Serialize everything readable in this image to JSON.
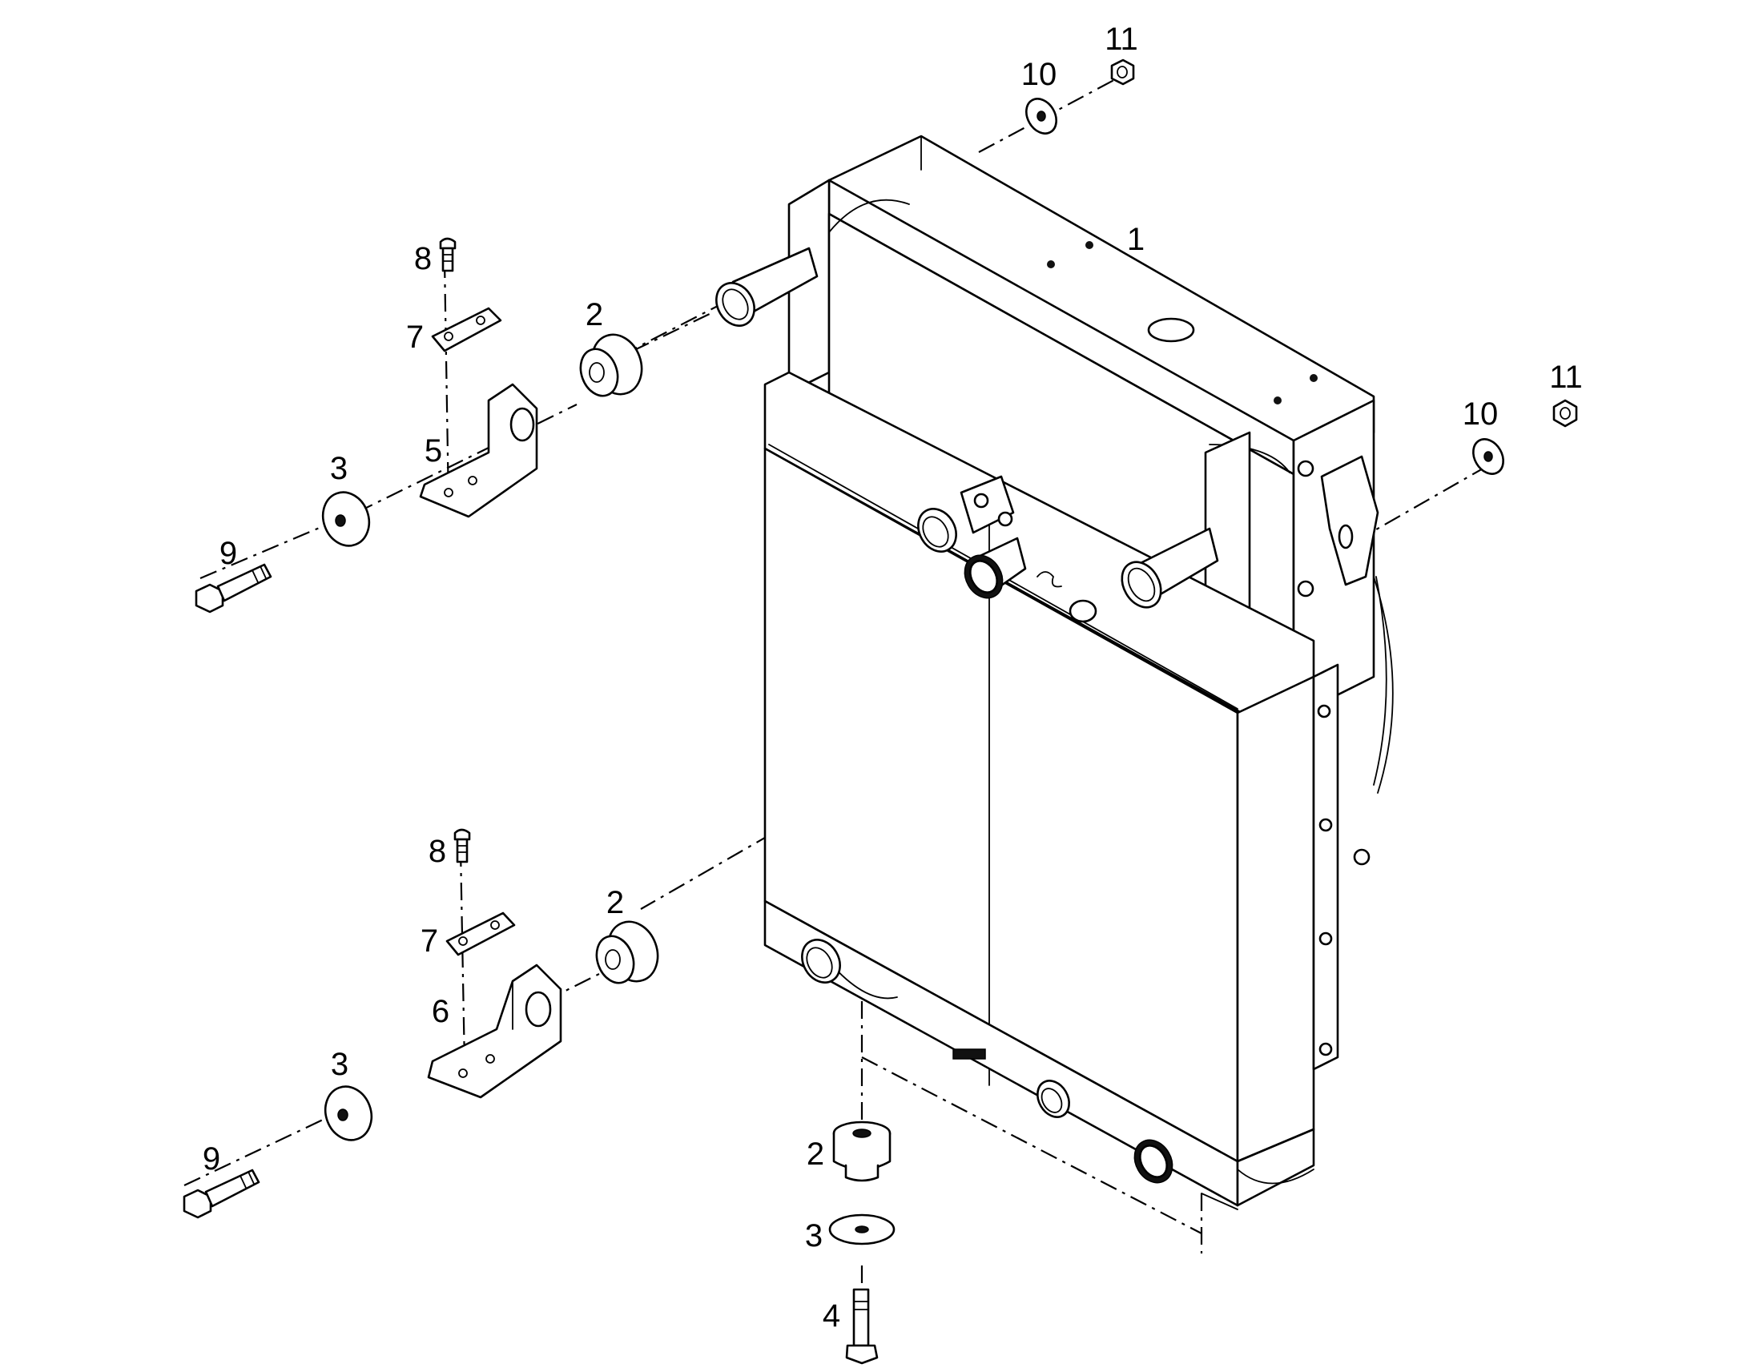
{
  "callouts": [
    {
      "id": "main",
      "text": "1"
    },
    {
      "id": "a",
      "text": "2"
    },
    {
      "id": "b",
      "text": "2"
    },
    {
      "id": "c",
      "text": "2"
    },
    {
      "id": "d",
      "text": "3"
    },
    {
      "id": "e",
      "text": "3"
    },
    {
      "id": "f",
      "text": "3"
    },
    {
      "id": "g",
      "text": "4"
    },
    {
      "id": "h",
      "text": "5"
    },
    {
      "id": "i",
      "text": "6"
    },
    {
      "id": "j",
      "text": "7"
    },
    {
      "id": "k",
      "text": "7"
    },
    {
      "id": "l",
      "text": "8"
    },
    {
      "id": "m",
      "text": "8"
    },
    {
      "id": "n",
      "text": "9"
    },
    {
      "id": "o",
      "text": "9"
    },
    {
      "id": "p",
      "text": "10"
    },
    {
      "id": "q",
      "text": "10"
    },
    {
      "id": "r",
      "text": "11"
    },
    {
      "id": "s",
      "text": "11"
    }
  ]
}
